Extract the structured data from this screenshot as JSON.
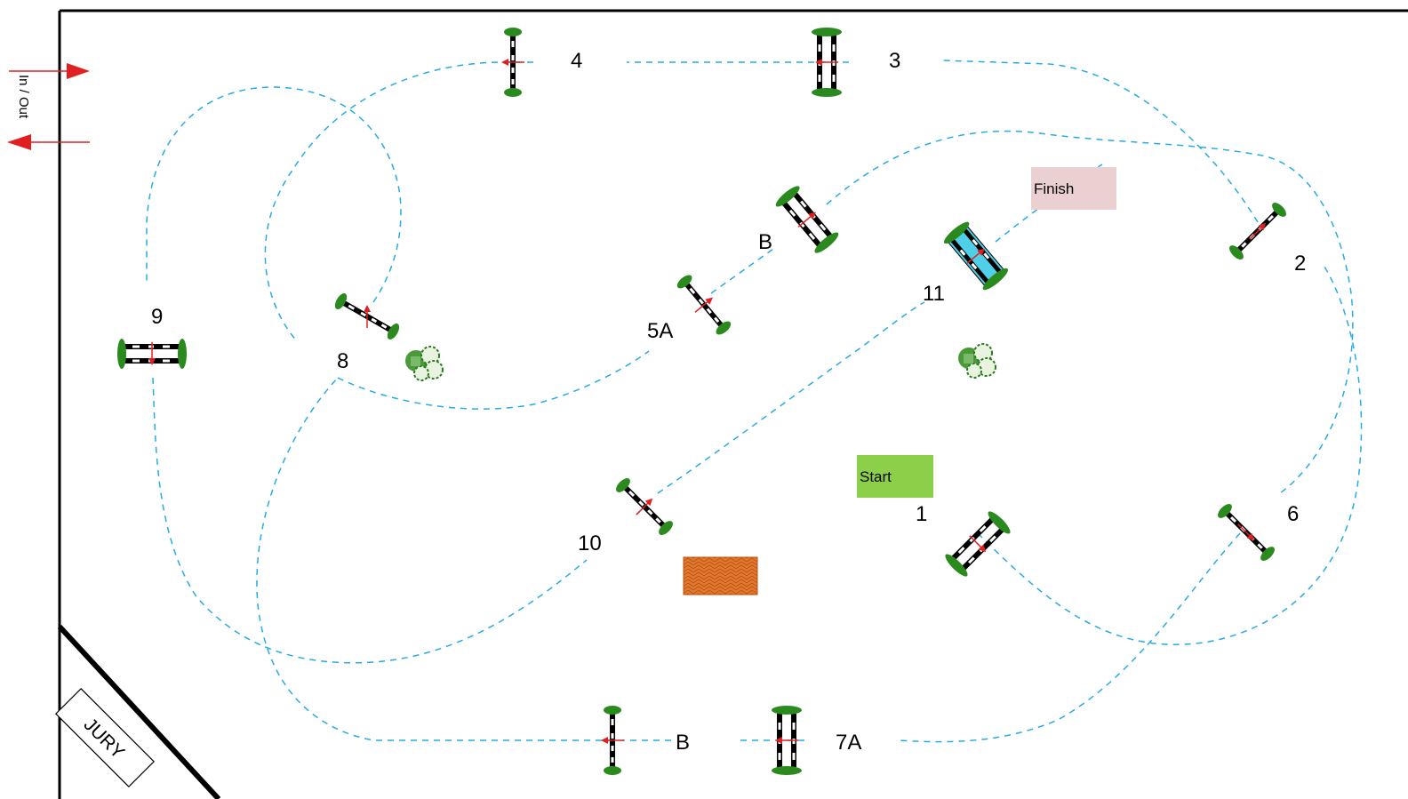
{
  "arena": {
    "entrance_label": "In / Out",
    "jury_label": "JURY"
  },
  "markers": {
    "start_label": "Start",
    "finish_label": "Finish"
  },
  "obstacle_numbers": {
    "n1": "1",
    "n2": "2",
    "n3": "3",
    "n4": "4",
    "n5a": "5A",
    "n5b": "B",
    "n6": "6",
    "n7a": "7A",
    "n7b": "B",
    "n8": "8",
    "n9": "9",
    "n10": "10",
    "n11": "11"
  },
  "obstacles": [
    {
      "id": "1",
      "type": "oxer"
    },
    {
      "id": "2",
      "type": "vertical"
    },
    {
      "id": "3",
      "type": "oxer"
    },
    {
      "id": "4",
      "type": "vertical"
    },
    {
      "id": "5A",
      "type": "vertical"
    },
    {
      "id": "5B",
      "type": "oxer"
    },
    {
      "id": "6",
      "type": "vertical"
    },
    {
      "id": "7A",
      "type": "oxer"
    },
    {
      "id": "7B",
      "type": "vertical"
    },
    {
      "id": "8",
      "type": "vertical"
    },
    {
      "id": "9",
      "type": "oxer"
    },
    {
      "id": "10",
      "type": "vertical"
    },
    {
      "id": "11",
      "type": "water-oxer"
    }
  ],
  "colors": {
    "route": "#29abe2",
    "arrow": "#e02020",
    "start_fill": "#8cd04a",
    "finish_fill": "#ead0d0",
    "plant": "#2a8a1e",
    "water": "#4fd0e8",
    "mat": "#e07830"
  }
}
